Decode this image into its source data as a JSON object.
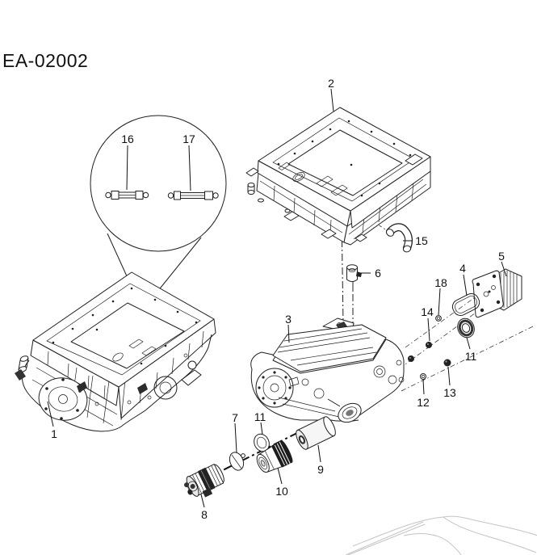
{
  "header": {
    "diagram_code": "EA-02002"
  },
  "colors": {
    "background": "#ffffff",
    "line": "#1f1f1f",
    "label_text": "#111111",
    "dark_part": "#222222",
    "light_part": "#f2f2f2",
    "car_outline": "#c4c4c4"
  },
  "callouts": {
    "complete_assembly": "1",
    "inverter_assembly": "2",
    "transaxle_assembly": "3",
    "cooler_gasket": "4",
    "oil_cooler": "5",
    "breather_valve": "6",
    "end_cap_disc": "7",
    "electric_oil_pump": "8",
    "oil_filter_element": "9",
    "oil_filter_cap": "10",
    "oil_seal_right": "11",
    "oil_seal_bottom": "11",
    "washer": "12",
    "drain_plug": "13",
    "bolt": "14",
    "breather_hose": "15",
    "fuse_left": "16",
    "fuse_right": "17",
    "o_ring": "18"
  }
}
